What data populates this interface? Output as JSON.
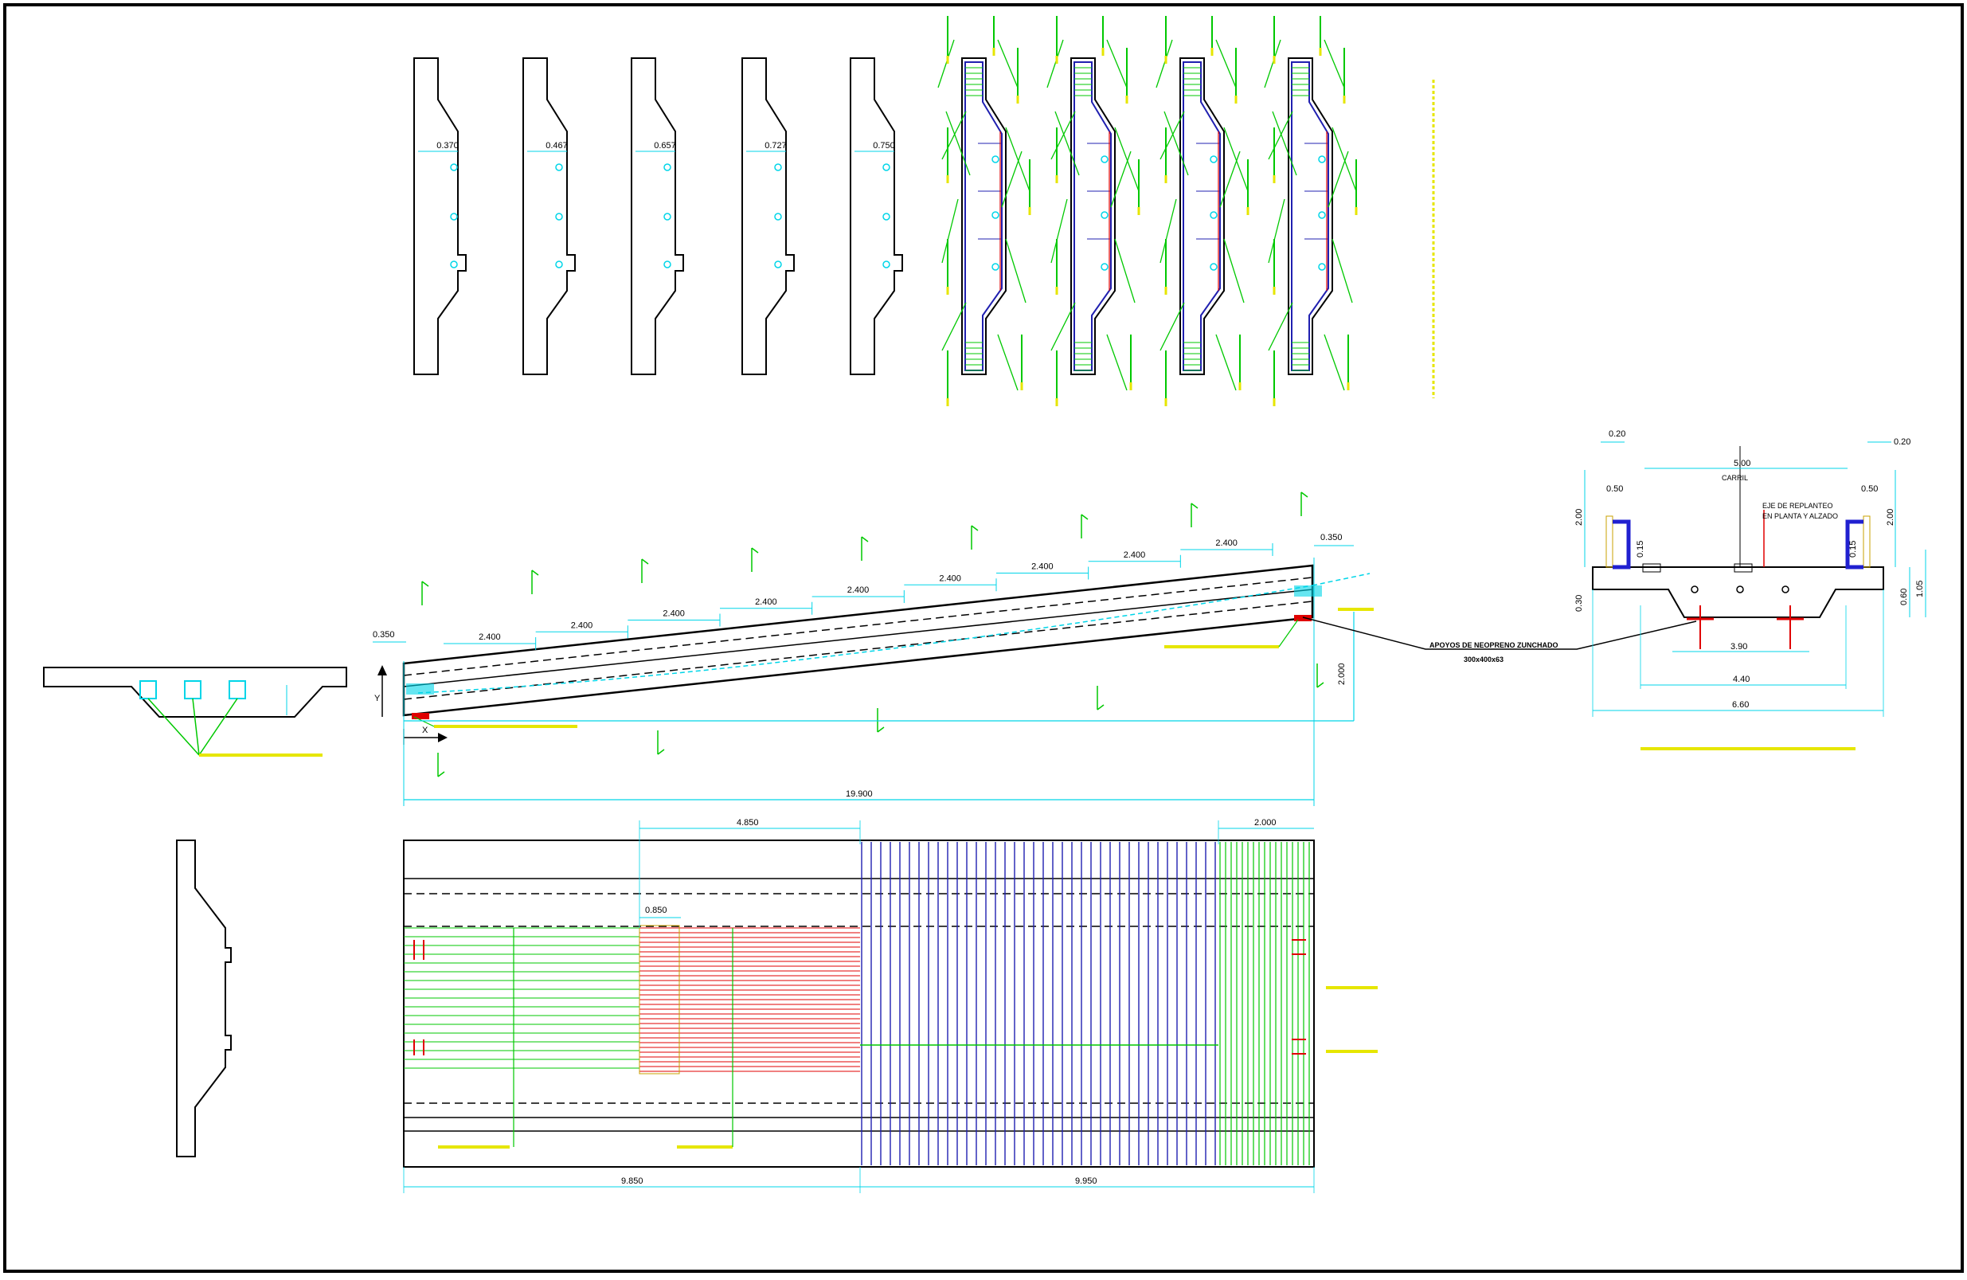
{
  "colors": {
    "line": "#000000",
    "dimension": "#00d5e8",
    "rebar_green": "#00c800",
    "rebar_blue": "#2020b0",
    "rebar_red": "#e00000",
    "annotation": "#e6e600"
  },
  "section_labels": [
    "0.370",
    "0.467",
    "0.657",
    "0.727",
    "0.750"
  ],
  "elevation": {
    "end_left": "0.350",
    "end_right": "0.350",
    "spacing": "2.400",
    "height": "2.000",
    "total_length": "19.900",
    "axis_y": "Y",
    "axis_x": "X"
  },
  "neoprene_note": {
    "line1": "APOYOS DE NEOPRENO ZUNCHADO",
    "line2": "300x400x63"
  },
  "cross_section": {
    "label_carril": "CARRIL",
    "width_carril": "5.00",
    "eje_line1": "EJE DE REPLANTEO",
    "eje_line2": "EN PLANTA Y ALZADO",
    "top_edge": "0.20",
    "edge_offset": "0.50",
    "parapet": "2.00",
    "slab": "0.30",
    "side_a": "0.60",
    "side_b": "1.05",
    "small": "0.15",
    "bearings": "3.90",
    "bottom_width": "4.40",
    "overall": "6.60"
  },
  "plan": {
    "top_span": "4.850",
    "right_span": "2.000",
    "small_span": "0.850",
    "bottom_left": "9.850",
    "bottom_right": "9.950"
  }
}
